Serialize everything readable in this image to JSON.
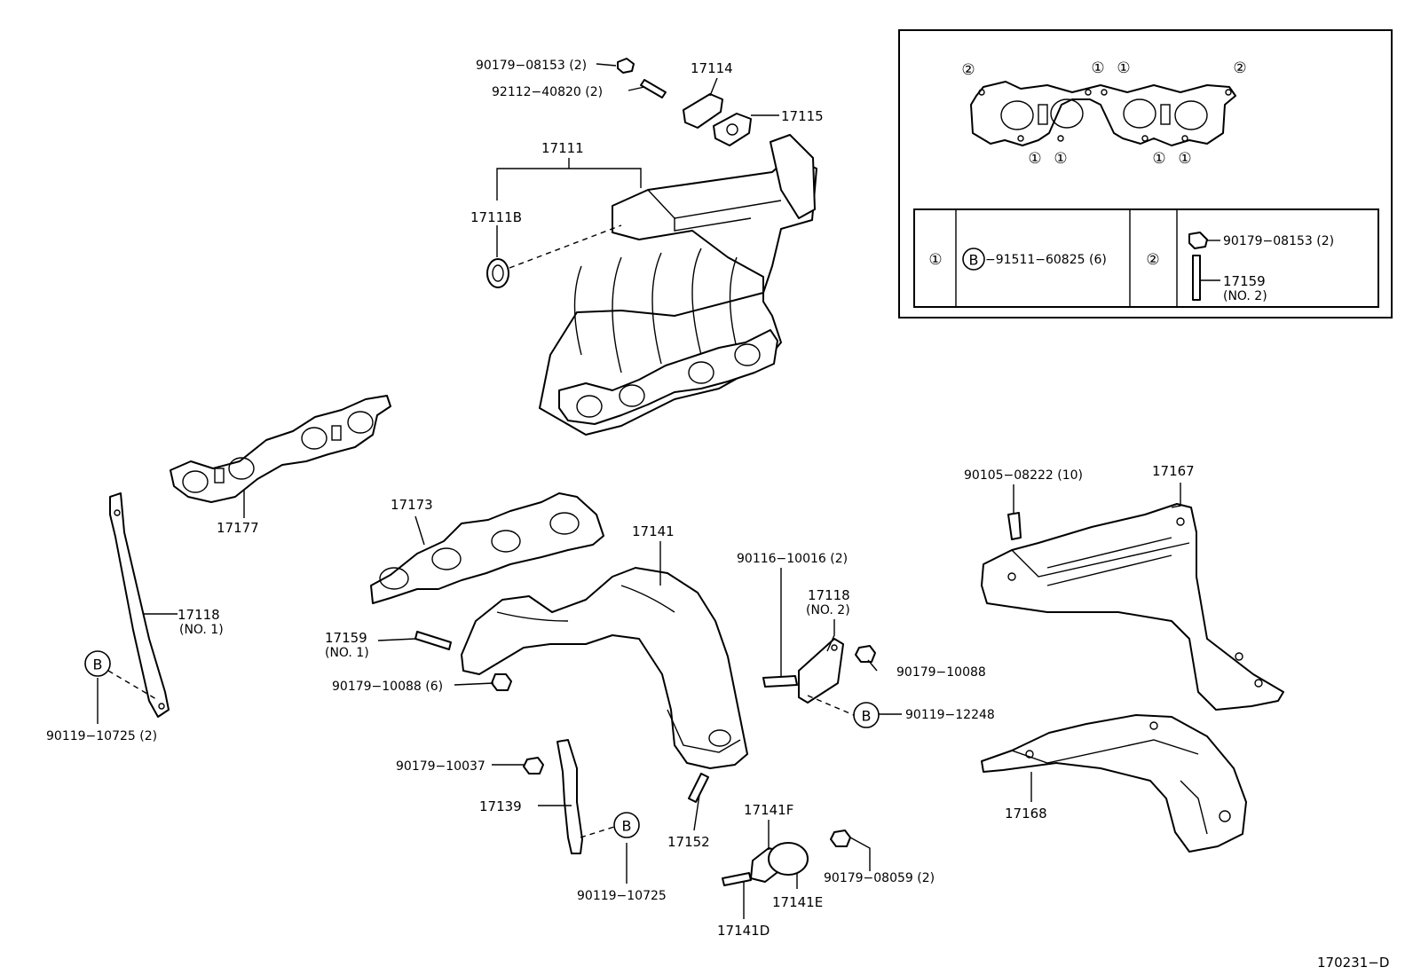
{
  "labels": {
    "p90179_08153": "90179−08153 (2)",
    "p92112_40820": "92112−40820 (2)",
    "p17114": "17114",
    "p17115": "17115",
    "p17111": "17111",
    "p17111B": "17111B",
    "p17177": "17177",
    "p17118_no1": "17118",
    "p17118_no1_sub": "(NO. 1)",
    "p90119_10725_2": "90119−10725 (2)",
    "p17173": "17173",
    "p17141": "17141",
    "p17159_no1": "17159",
    "p17159_no1_sub": "(NO. 1)",
    "p90179_10088_6": "90179−10088 (6)",
    "p90116_10016": "90116−10016 (2)",
    "p17118_no2": "17118",
    "p17118_no2_sub": "(NO. 2)",
    "p90179_10088": "90179−10088",
    "p90119_12248": "90119−12248",
    "p90179_10037": "90179−10037",
    "p17139": "17139",
    "p90119_10725": "90119−10725",
    "p17152": "17152",
    "p17141F": "17141F",
    "p17141E": "17141E",
    "p17141D": "17141D",
    "p90179_08059": "90179−08059 (2)",
    "p90105_08222": "90105−08222 (10)",
    "p17167": "17167",
    "p17168": "17168",
    "diagram_code": "170231−D"
  },
  "inset": {
    "gasket_markers": [
      "②",
      "①",
      "①",
      "②",
      "①",
      "①",
      "①",
      "①"
    ],
    "legend": {
      "row1_marker": "①",
      "row1_callout": "B",
      "row1_part": "−91511−60825 (6)",
      "row2_marker": "②",
      "row2_part_a": "90179−08153 (2)",
      "row2_part_b": "17159",
      "row2_part_b_sub": "(NO. 2)"
    }
  },
  "callouts": {
    "b_left": "B",
    "b_mid": "B",
    "b_right": "B"
  }
}
